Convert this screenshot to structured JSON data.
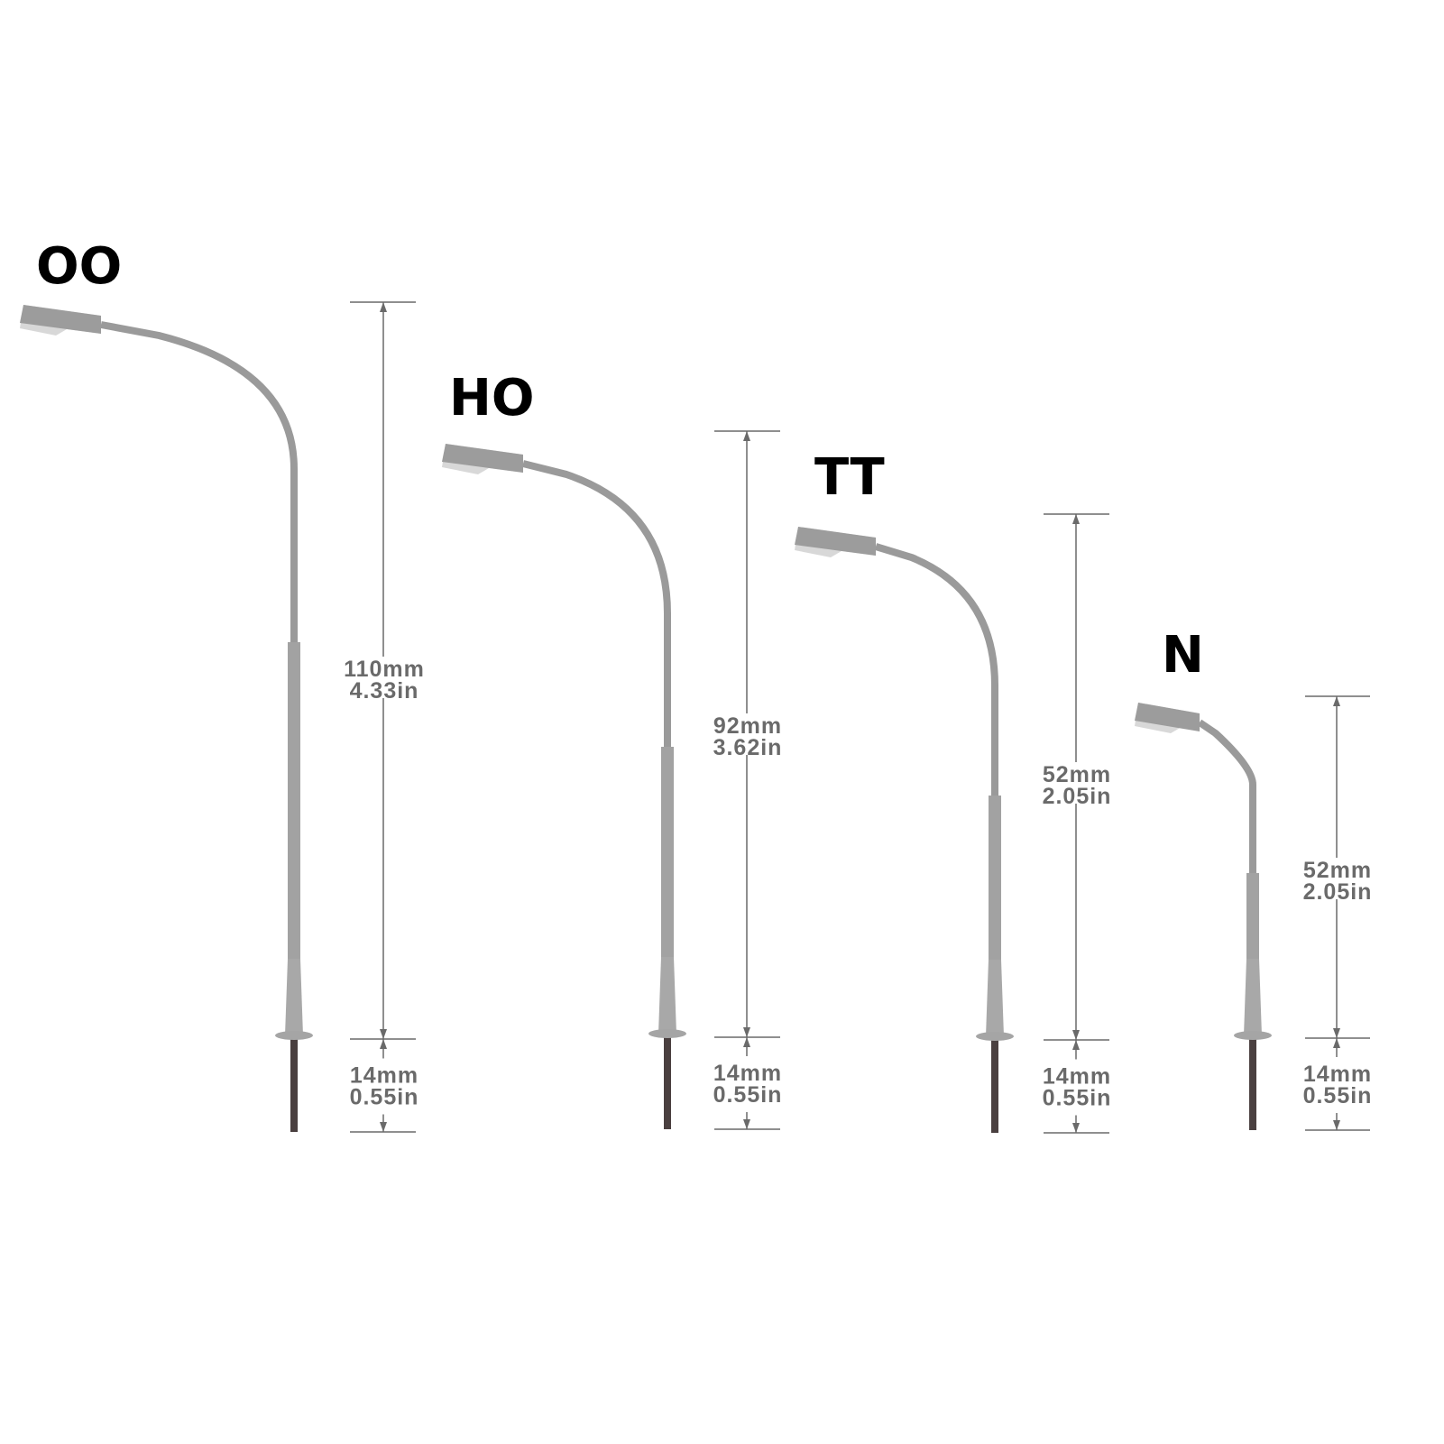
{
  "lamps": [
    {
      "scale": "OO",
      "height_mm": "110mm",
      "height_in": "4.33in",
      "pin_mm": "14mm",
      "pin_in": "0.55in"
    },
    {
      "scale": "HO",
      "height_mm": "92mm",
      "height_in": "3.62in",
      "pin_mm": "14mm",
      "pin_in": "0.55in"
    },
    {
      "scale": "TT",
      "height_mm": "52mm",
      "height_in": "2.05in",
      "pin_mm": "14mm",
      "pin_in": "0.55in"
    },
    {
      "scale": "N",
      "height_mm": "52mm",
      "height_in": "2.05in",
      "pin_mm": "14mm",
      "pin_in": "0.55in"
    }
  ],
  "colors": {
    "lamp_gray": "#9a9a9a",
    "lamp_light": "#d8d8d8",
    "dimension_gray": "#6a6a6a",
    "pin": "#4a4040"
  }
}
